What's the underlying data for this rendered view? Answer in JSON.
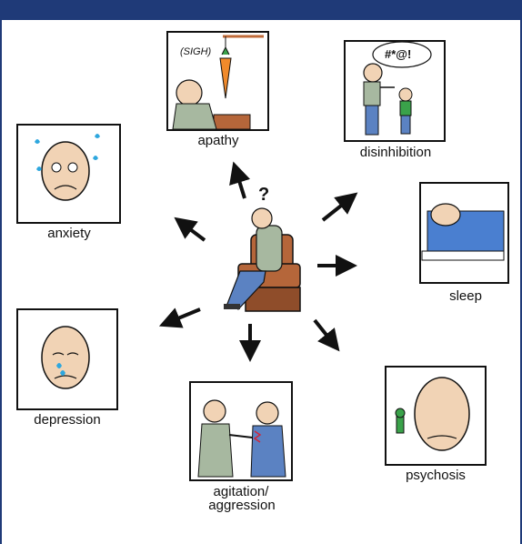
{
  "center": {
    "question_mark": "?"
  },
  "labels": {
    "apathy": "apathy",
    "disinhibition": "disinhibition",
    "anxiety": "anxiety",
    "sleep": "sleep",
    "depression": "depression",
    "psychosis": "psychosis",
    "agitation": "agitation/",
    "aggression": "aggression"
  },
  "speech": {
    "sigh": "(SIGH)",
    "curse": "#*@!"
  },
  "colors": {
    "header": "#1f3a78",
    "chair": "#b5663a",
    "shirt": "#a7b8a0",
    "jeans": "#5b82c2",
    "carrot": "#f08a2b",
    "tear": "#2ea7de",
    "blanket": "#4a7fd0"
  }
}
